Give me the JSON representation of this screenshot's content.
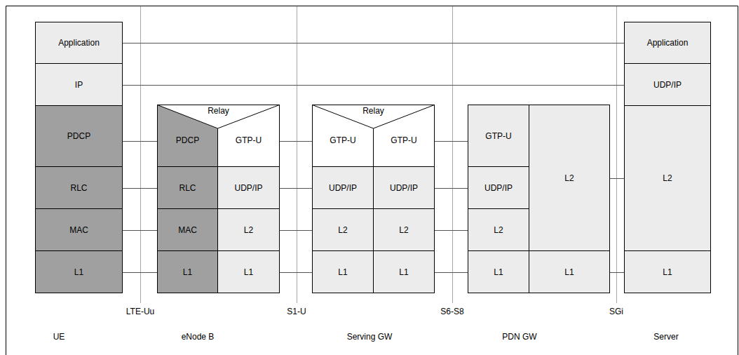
{
  "diagram": {
    "nodes": [
      {
        "text": [
          "Application"
        ]
      },
      {
        "text": [
          "IP"
        ]
      },
      {
        "text": [
          "PDCP"
        ]
      },
      {
        "text": [
          "RLC"
        ]
      },
      {
        "text": [
          "MAC"
        ]
      },
      {
        "text": [
          "L1"
        ]
      },
      {
        "text": [
          "Relay"
        ]
      },
      {
        "text": [
          "PDCP"
        ],
        "in": 6
      },
      {
        "text": [
          "GTP-U"
        ],
        "in": 6
      },
      {
        "text": [
          "RLC"
        ],
        "in": 6
      },
      {
        "text": [
          "UDP/IP"
        ],
        "in": 6
      },
      {
        "text": [
          "MAC"
        ],
        "in": 6
      },
      {
        "text": [
          "L2"
        ],
        "in": 6
      },
      {
        "text": [
          "L1"
        ],
        "in": 6
      },
      {
        "text": [
          "L1"
        ],
        "in": 6
      },
      {
        "text": [
          "Relay"
        ]
      },
      {
        "text": [
          "GTP-U"
        ],
        "in": 15
      },
      {
        "text": [
          "GTP-U"
        ],
        "in": 15
      },
      {
        "text": [
          "UDP/IP"
        ],
        "in": 15
      },
      {
        "text": [
          "UDP/IP"
        ],
        "in": 15
      },
      {
        "text": [
          "L2"
        ],
        "in": 15
      },
      {
        "text": [
          "L2"
        ],
        "in": 15
      },
      {
        "text": [
          "L1"
        ],
        "in": 15
      },
      {
        "text": [
          "L1"
        ],
        "in": 15
      },
      {
        "text": [
          "GTP-U"
        ]
      },
      {
        "text": [
          "L2"
        ]
      },
      {
        "text": [
          "UDP/IP"
        ]
      },
      {
        "text": [
          "L2"
        ]
      },
      {
        "text": [
          "L1"
        ]
      },
      {
        "text": [
          "L1"
        ]
      },
      {
        "text": [
          "Application"
        ]
      },
      {
        "text": [
          "UDP/IP"
        ]
      },
      {
        "text": [
          "L2"
        ]
      },
      {
        "text": [
          "L1"
        ]
      }
    ],
    "edges": [
      {
        "from": 0,
        "to": 30,
        "arrow": "none"
      },
      {
        "from": 1,
        "to": 31,
        "arrow": "none"
      },
      {
        "from": 2,
        "to": 7,
        "arrow": "none"
      },
      {
        "from": 3,
        "to": 9,
        "arrow": "none"
      },
      {
        "from": 4,
        "to": 11,
        "arrow": "none"
      },
      {
        "from": 5,
        "to": 13,
        "arrow": "none"
      },
      {
        "from": 8,
        "to": 16,
        "arrow": "none"
      },
      {
        "from": 10,
        "to": 18,
        "arrow": "none"
      },
      {
        "from": 12,
        "to": 20,
        "arrow": "none"
      },
      {
        "from": 14,
        "to": 22,
        "arrow": "none"
      },
      {
        "from": 17,
        "to": 24,
        "arrow": "none"
      },
      {
        "from": 19,
        "to": 26,
        "arrow": "none"
      },
      {
        "from": 21,
        "to": 27,
        "arrow": "none"
      },
      {
        "from": 23,
        "to": 28,
        "arrow": "none"
      },
      {
        "from": 25,
        "to": 32,
        "arrow": "none"
      },
      {
        "from": 29,
        "to": 33,
        "arrow": "none"
      }
    ],
    "labels": [
      "LTE-Uu",
      "S1-U",
      "S6-S8",
      "SGi",
      "UE",
      "eNode B",
      "Serving GW",
      "PDN GW",
      "Server"
    ]
  }
}
